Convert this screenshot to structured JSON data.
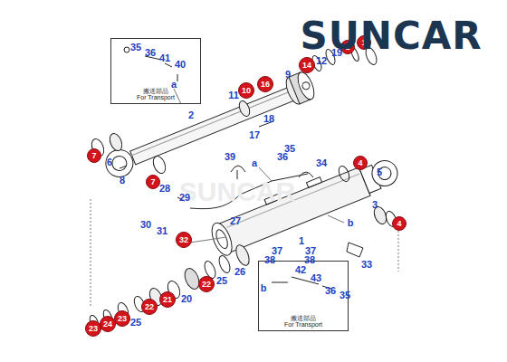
{
  "diagram": {
    "nodes": [
      {
        "text": [
          "搬送部品",
          "For Transport"
        ]
      },
      {
        "text": [
          "搬送部品",
          "For Transport"
        ]
      },
      {
        "text": [
          "1"
        ]
      },
      {
        "text": [
          "1"
        ]
      },
      {
        "text": [
          "14"
        ]
      },
      {
        "text": [
          "16"
        ]
      },
      {
        "text": [
          "10"
        ]
      },
      {
        "text": [
          "7"
        ]
      },
      {
        "text": [
          "7"
        ]
      },
      {
        "text": [
          "4"
        ]
      },
      {
        "text": [
          "4"
        ]
      },
      {
        "text": [
          "32"
        ]
      },
      {
        "text": [
          "22"
        ]
      },
      {
        "text": [
          "21"
        ]
      },
      {
        "text": [
          "22"
        ]
      },
      {
        "text": [
          "23"
        ]
      },
      {
        "text": [
          "24"
        ]
      },
      {
        "text": [
          "23"
        ]
      }
    ],
    "labels": [
      "SUNCAR",
      "SUNCAR",
      "35",
      "36",
      "41",
      "40",
      "a",
      "2",
      "11",
      "9",
      "12",
      "19",
      "18",
      "17",
      "6",
      "8",
      "35",
      "36",
      "34",
      "39",
      "a",
      "5",
      "28",
      "29",
      "3",
      "30",
      "31",
      "27",
      "b",
      "1",
      "26",
      "25",
      "20",
      "25",
      "37",
      "37",
      "38",
      "38",
      "33",
      "42",
      "43",
      "36",
      "35",
      "b"
    ]
  }
}
